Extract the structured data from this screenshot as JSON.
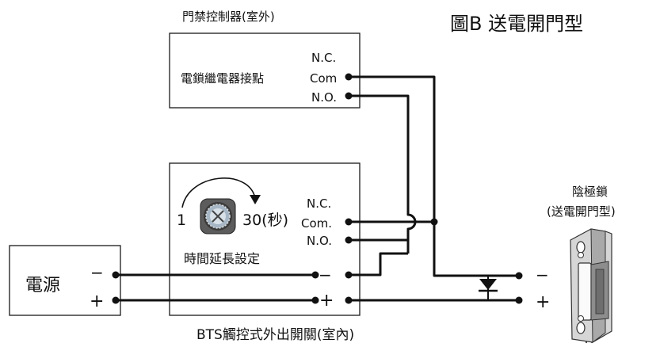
{
  "figure_title": "圖B 送電開門型",
  "controller": {
    "title": "門禁控制器(室外)",
    "relay_label": "電鎖繼電器接點",
    "nc": "N.C.",
    "com": "Com",
    "no": "N.O."
  },
  "bts": {
    "caption": "BTS觸控式外出開關(室內)",
    "nc": "N.C.",
    "com": "Com.",
    "no": "N.O.",
    "timer_min": "1",
    "timer_max": "30(秒)",
    "timer_label": "時間延長設定",
    "minus": "−",
    "plus": "+"
  },
  "power": {
    "label": "電源",
    "minus": "−",
    "plus": "+"
  },
  "lock": {
    "title_line1": "陰極鎖",
    "title_line2": "(送電開門型)",
    "minus": "−",
    "plus": "+"
  },
  "icons": {
    "timer_knob": "timer-knob-icon",
    "rotation_arrow": "rotation-arrow-icon",
    "diode": "diode-icon",
    "electric_strike": "electric-strike-icon"
  }
}
